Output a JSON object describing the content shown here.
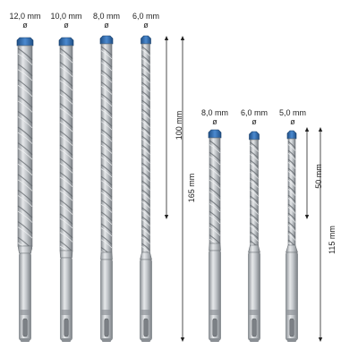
{
  "colors": {
    "tip_blue": "#2f6eb0",
    "steel_light": "#d9dcdf",
    "steel_mid": "#a9adb2",
    "steel_dark": "#6d7277",
    "line": "#222222"
  },
  "bits_long": [
    {
      "size": "12,0 mm",
      "symbol": "ø"
    },
    {
      "size": "10,0 mm",
      "symbol": "ø"
    },
    {
      "size": "8,0 mm",
      "symbol": "ø"
    },
    {
      "size": "6,0 mm",
      "symbol": "ø"
    }
  ],
  "bits_short": [
    {
      "size": "8,0 mm",
      "symbol": "ø"
    },
    {
      "size": "6,0 mm",
      "symbol": "ø"
    },
    {
      "size": "5,0 mm",
      "symbol": "ø"
    }
  ],
  "dimensions": {
    "long_working": "100 mm",
    "long_total": "165 mm",
    "short_working": "50 mm",
    "short_total": "115 mm"
  },
  "icons": [
    "sds-plus-shank-icon",
    "drill-bit-icon"
  ]
}
